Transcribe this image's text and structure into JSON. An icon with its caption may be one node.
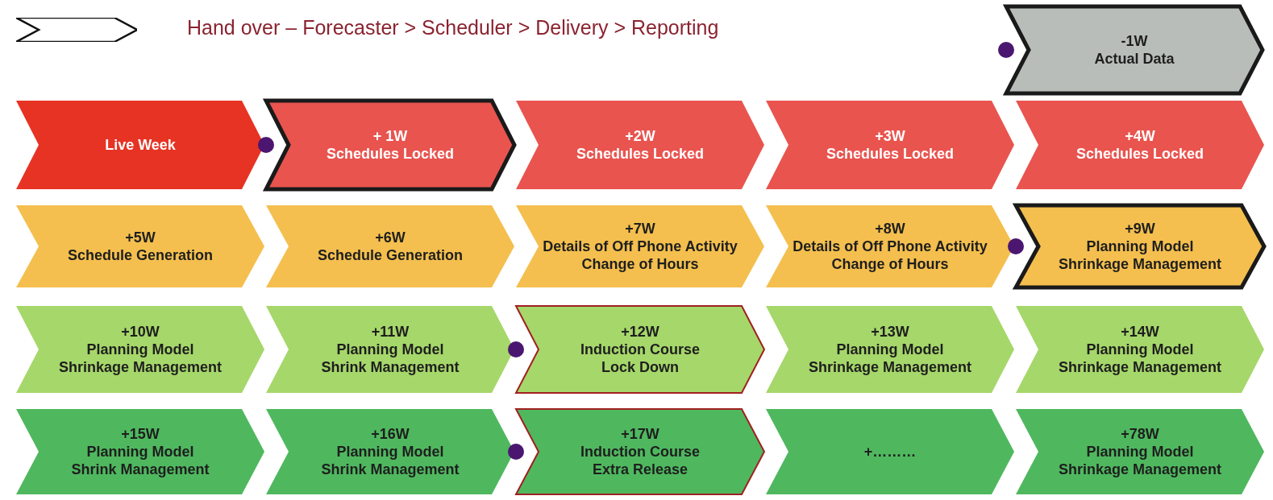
{
  "diagram": {
    "nodes": [
      {
        "text": [
          "-1W",
          "Actual Data"
        ]
      },
      {
        "text": [
          "Live Week"
        ]
      },
      {
        "text": [
          "+ 1W",
          "Schedules Locked"
        ]
      },
      {
        "text": [
          "+2W",
          "Schedules Locked"
        ]
      },
      {
        "text": [
          "+3W",
          "Schedules Locked"
        ]
      },
      {
        "text": [
          "+4W",
          "Schedules Locked"
        ]
      },
      {
        "text": [
          "+5W",
          "Schedule Generation"
        ]
      },
      {
        "text": [
          "+6W",
          "Schedule Generation"
        ]
      },
      {
        "text": [
          "+7W",
          "Details of Off Phone Activity",
          "Change of Hours"
        ]
      },
      {
        "text": [
          "+8W",
          "Details of Off Phone Activity",
          "Change of Hours"
        ]
      },
      {
        "text": [
          "+9W",
          "Planning Model",
          "Shrinkage Management"
        ]
      },
      {
        "text": [
          "+10W",
          "Planning Model",
          "Shrinkage Management"
        ]
      },
      {
        "text": [
          "+11W",
          "Planning Model",
          "Shrink Management"
        ]
      },
      {
        "text": [
          "+12W",
          "Induction Course",
          "Lock Down"
        ]
      },
      {
        "text": [
          "+13W",
          "Planning Model",
          "Shrinkage Management"
        ]
      },
      {
        "text": [
          "+14W",
          "Planning Model",
          "Shrinkage Management"
        ]
      },
      {
        "text": [
          "+15W",
          "Planning Model",
          "Shrink Management"
        ]
      },
      {
        "text": [
          "+16W",
          "Planning Model",
          "Shrink Management"
        ]
      },
      {
        "text": [
          "+17W",
          "Induction Course",
          "Extra Release"
        ]
      },
      {
        "text": [
          "+………"
        ]
      },
      {
        "text": [
          "+78W",
          "Planning Model",
          "Shrinkage Management"
        ]
      }
    ],
    "legend": [
      {
        "text": "Hand over – Forecaster > Scheduler > Delivery > Reporting"
      }
    ]
  }
}
